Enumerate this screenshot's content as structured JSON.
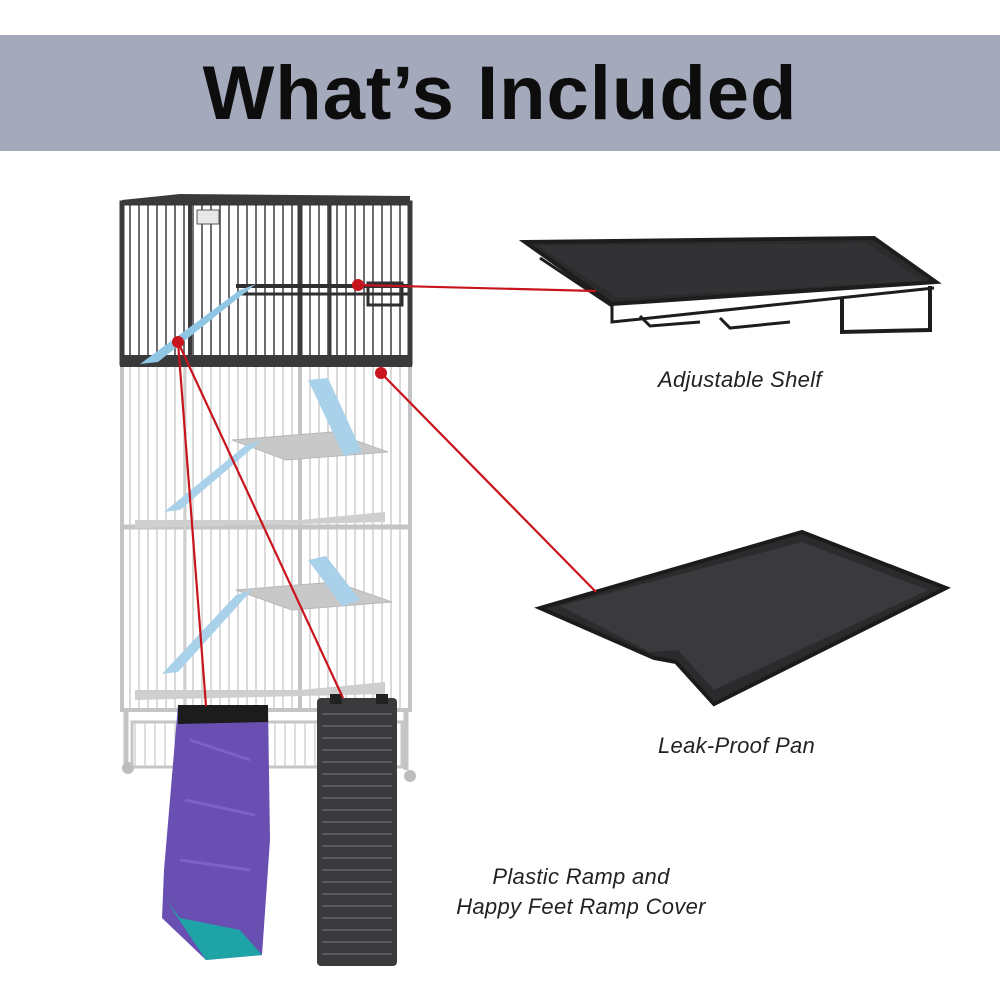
{
  "banner": {
    "title": "What’s Included"
  },
  "labels": {
    "shelf": "Adjustable Shelf",
    "pan": "Leak-Proof Pan",
    "ramp_line1": "Plastic Ramp and",
    "ramp_line2": "Happy Feet Ramp Cover"
  },
  "colors": {
    "banner": "#a5a9bc",
    "leader": "#c8141c",
    "cage_dark": "#3a3a3d",
    "cage_light": "#c4c4c4",
    "ramp_blue": "#8fc6e4",
    "cover_purple": "#6a4fb3",
    "cover_teal": "#1ea3a6",
    "tray": "#2b2b2d"
  }
}
